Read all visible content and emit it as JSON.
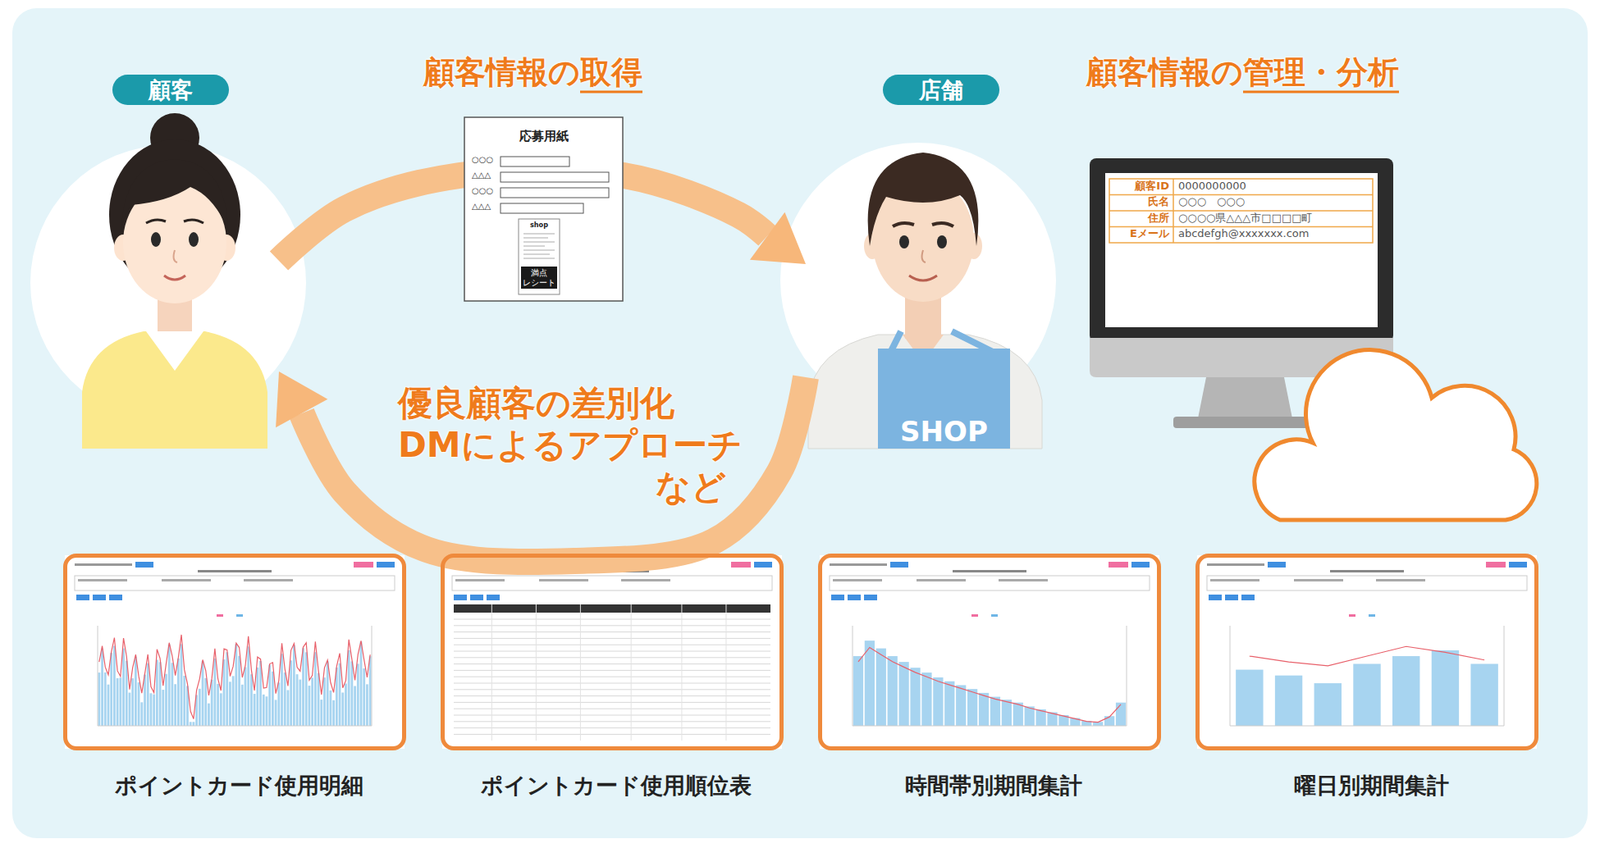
{
  "diagram": {
    "nodes": [
      {
        "text": [
          "顧客"
        ]
      },
      {
        "text": [
          "応募用紙",
          "○○○",
          "△△△",
          "○○○",
          "△△△"
        ]
      },
      {
        "text": [
          "shop",
          "満点 レシート"
        ],
        "in": 1
      },
      {
        "text": [
          "店舗",
          "SHOP"
        ]
      },
      {
        "text": [
          "顧客情報の管理・分析"
        ]
      },
      {
        "text": [
          "ポイントカード使用明細"
        ]
      },
      {
        "text": [
          "ポイントカード使用順位表"
        ]
      },
      {
        "text": [
          "時間帯別期間集計"
        ]
      },
      {
        "text": [
          "曜日別期間集計"
        ]
      }
    ],
    "edges": [
      {
        "from": 0,
        "to": 3,
        "arrow": "to",
        "label": "顧客情報の取得"
      },
      {
        "from": 3,
        "to": 0,
        "arrow": "to",
        "label": "優良顧客の差別化 DMによるアプローチ など"
      }
    ],
    "labels": [
      "顧客ID",
      "0000000000",
      "氏名",
      "○○○　○○○",
      "住所",
      "○○○○県△△△市□□□□町",
      "Eメール",
      "abcdefgh@xxxxxxx.com"
    ]
  }
}
